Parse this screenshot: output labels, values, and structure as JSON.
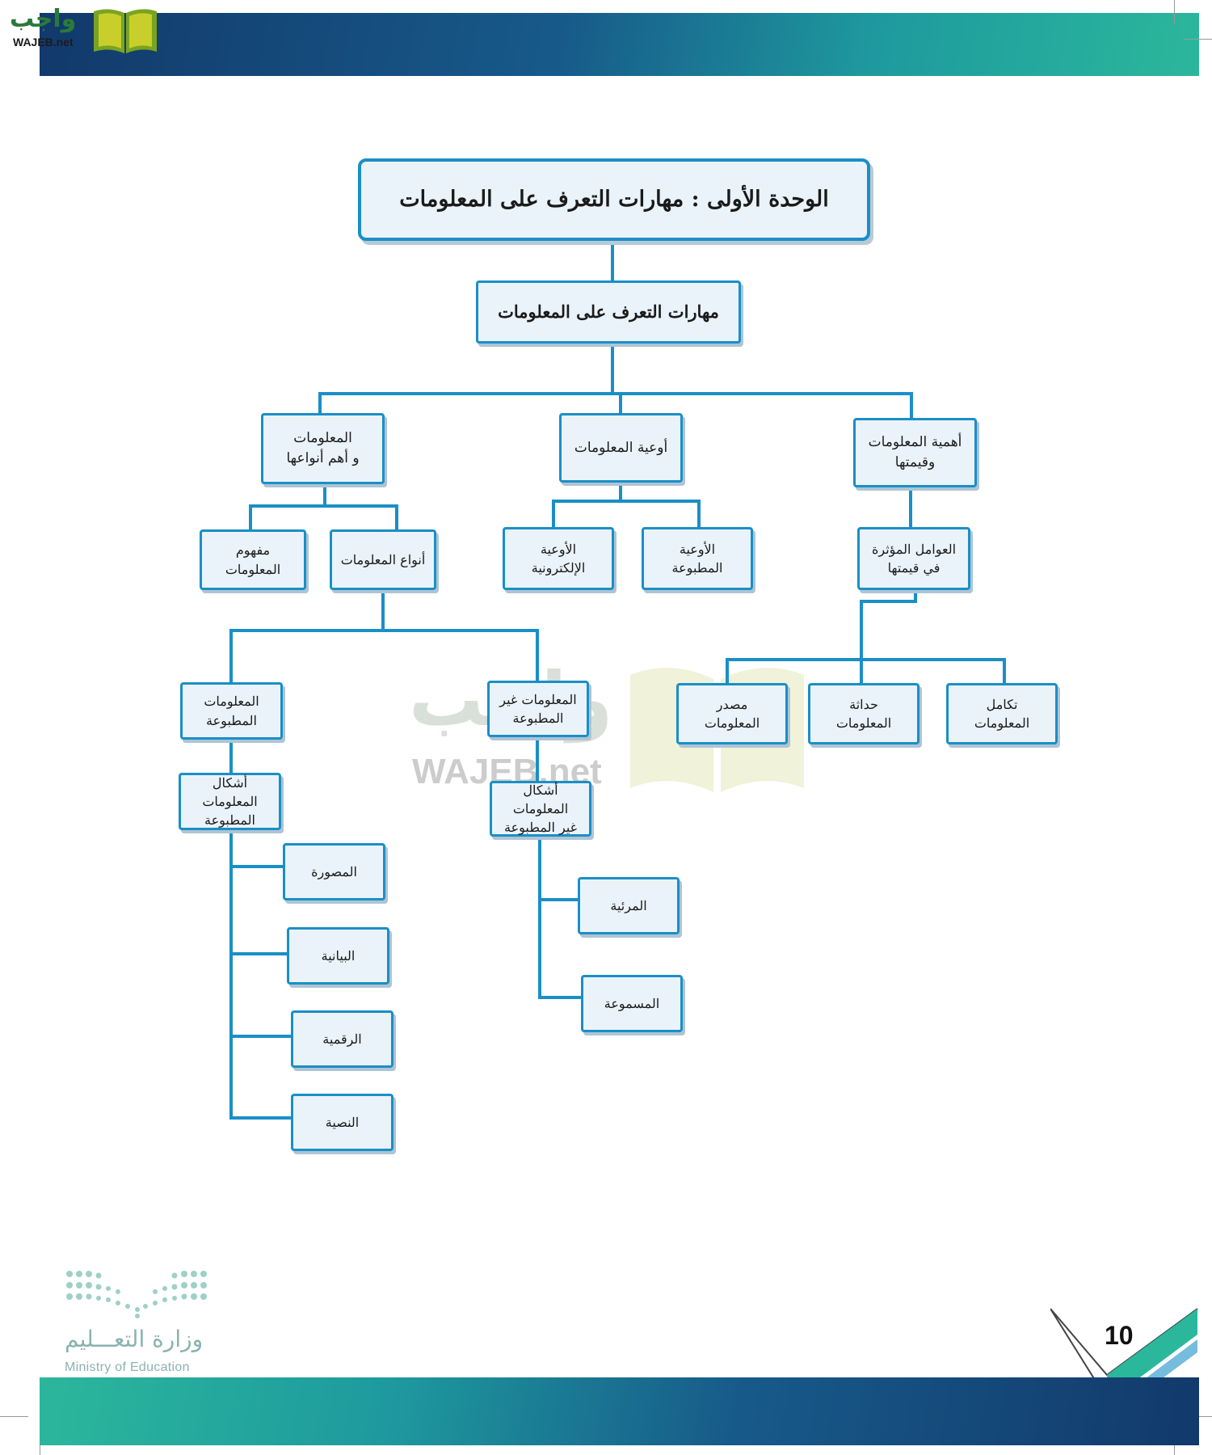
{
  "brand": {
    "logo_ar": "واجب",
    "logo_en": "WAJEB.net",
    "watermark_ar": "واجب",
    "watermark_en": "WAJEB.net"
  },
  "diagram": {
    "title": "الوحدة الأولى : مهارات التعرف على المعلومات",
    "main": "مهارات التعرف على المعلومات",
    "importance": "أهمية المعلومات\nوقيمتها",
    "containers": "أوعية المعلومات",
    "info_types": "المعلومات\nو أهم أنواعها",
    "factors": "العوامل المؤثرة\nفي قيمتها",
    "printed_containers": "الأوعية\nالمطبوعة",
    "electronic_containers": "الأوعية\nالإلكترونية",
    "types_of_info": "أنواع المعلومات",
    "concept": "مفهوم\nالمعلومات",
    "integration": "تكامل\nالمعلومات",
    "modernity": "حداثة\nالمعلومات",
    "source": "مصدر\nالمعلومات",
    "non_printed": "المعلومات غير\nالمطبوعة",
    "printed": "المعلومات\nالمطبوعة",
    "non_printed_forms": "أشكال المعلومات\nغير المطبوعة",
    "printed_forms": "أشكال المعلومات\nالمطبوعة",
    "visual": "المرئية",
    "audio": "المسموعة",
    "pictorial": "المصورة",
    "graphical": "البيانية",
    "digital": "الرقمية",
    "textual": "النصية"
  },
  "footer": {
    "ministry_ar": "وزارة التعـــليم",
    "ministry_en": "Ministry of Education",
    "page_number": "10"
  },
  "colors": {
    "box_border": "#1a8fc7",
    "box_fill": "#eaf3fa",
    "connector": "#1a8fc7",
    "band_dark": "#12396b",
    "band_light": "#2bb79c"
  }
}
